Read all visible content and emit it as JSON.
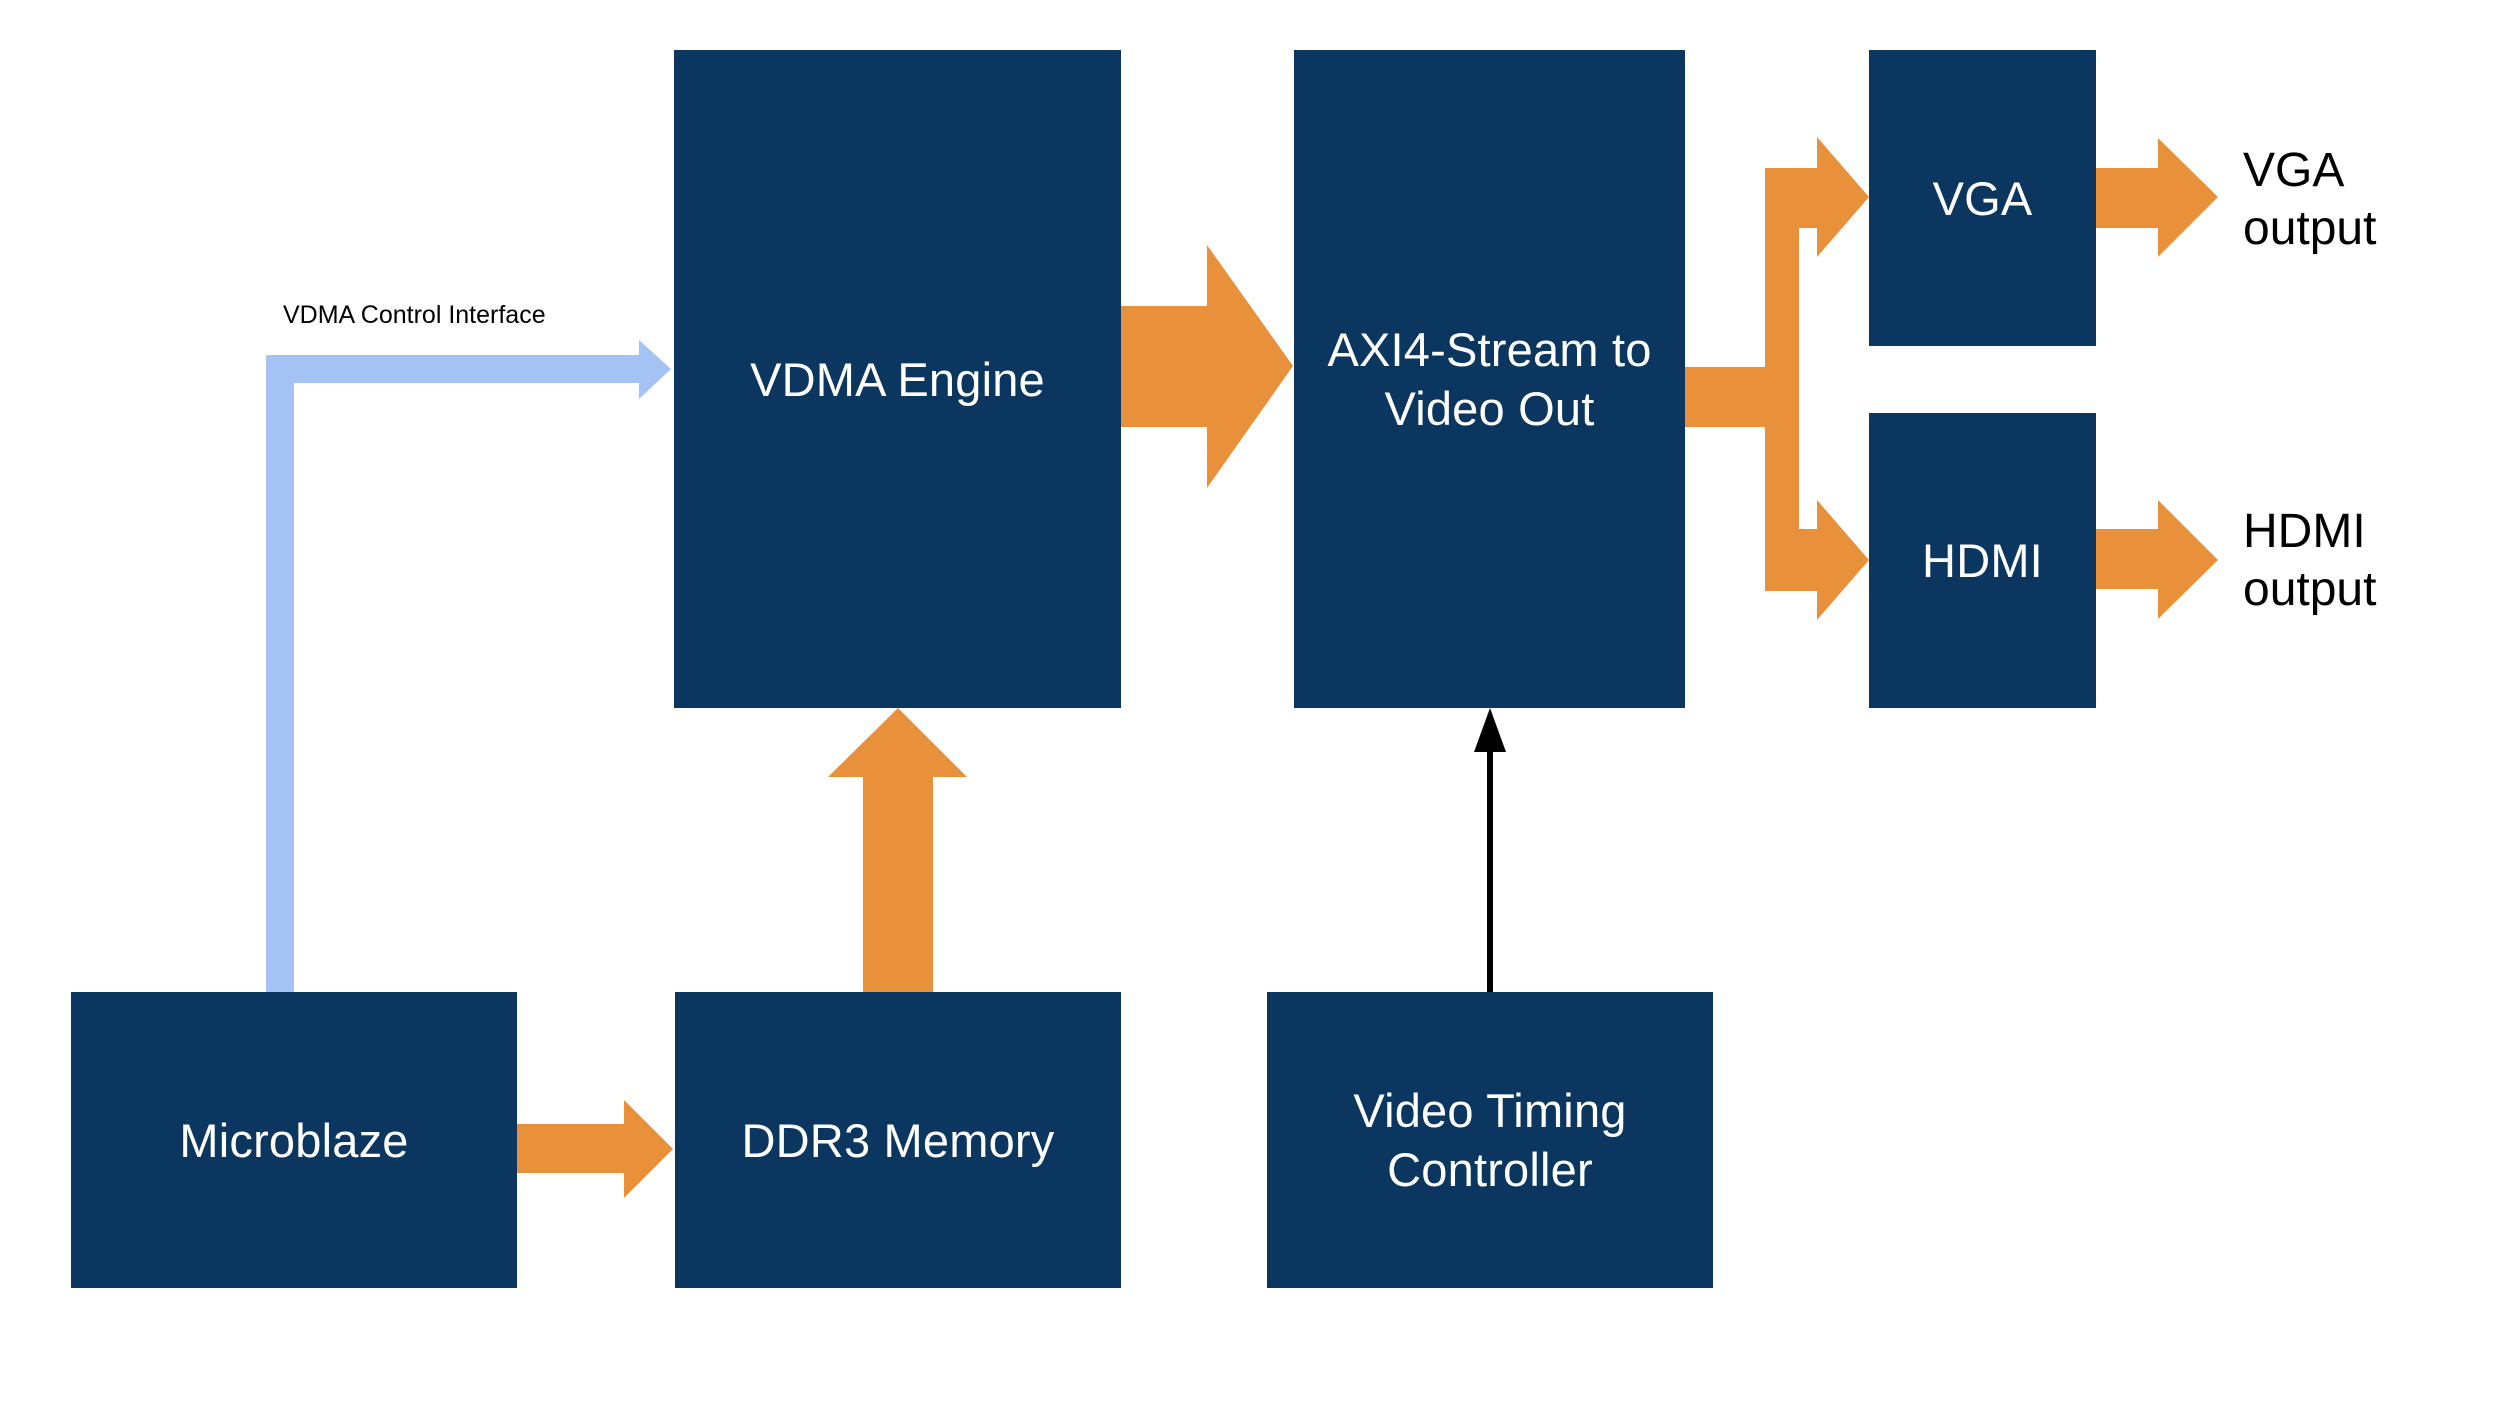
{
  "diagram": {
    "type": "block-diagram",
    "colors": {
      "block_fill": "#0b365f",
      "block_text": "#ffffff",
      "data_arrow": "#e8913a",
      "control_arrow": "#a4c2f4",
      "timing_arrow": "#000000",
      "label_text": "#000000"
    },
    "blocks": {
      "vdma_engine": "VDMA Engine",
      "axi4_stream": "AXI4-Stream to\nVideo Out",
      "vga": "VGA",
      "hdmi": "HDMI",
      "microblaze": "Microblaze",
      "ddr3": "DDR3 Memory",
      "vtc": "Video Timing\nController"
    },
    "outputs": {
      "vga": "VGA\noutput",
      "hdmi": "HDMI\noutput"
    },
    "edge_labels": {
      "vdma_control": "VDMA Control Interface"
    },
    "connections": [
      {
        "from": "Microblaze",
        "to": "VDMA Engine",
        "style": "control",
        "label": "VDMA Control Interface"
      },
      {
        "from": "Microblaze",
        "to": "DDR3 Memory",
        "style": "data"
      },
      {
        "from": "DDR3 Memory",
        "to": "VDMA Engine",
        "style": "data"
      },
      {
        "from": "VDMA Engine",
        "to": "AXI4-Stream to Video Out",
        "style": "data"
      },
      {
        "from": "Video Timing Controller",
        "to": "AXI4-Stream to Video Out",
        "style": "timing"
      },
      {
        "from": "AXI4-Stream to Video Out",
        "to": "VGA",
        "style": "data"
      },
      {
        "from": "AXI4-Stream to Video Out",
        "to": "HDMI",
        "style": "data"
      },
      {
        "from": "VGA",
        "to": "VGA output",
        "style": "data"
      },
      {
        "from": "HDMI",
        "to": "HDMI output",
        "style": "data"
      }
    ]
  }
}
